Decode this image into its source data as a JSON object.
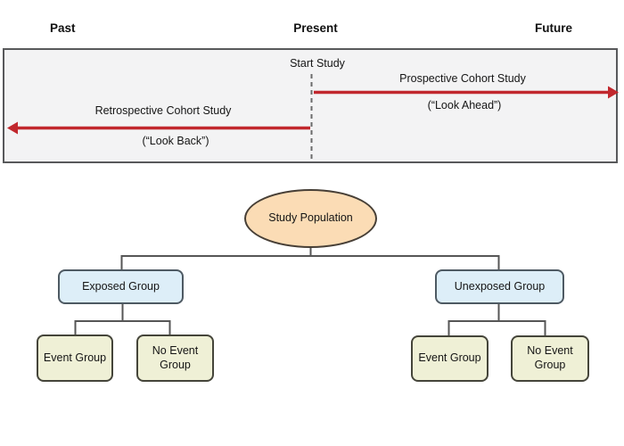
{
  "timeline": {
    "labels": {
      "past": "Past",
      "present": "Present",
      "future": "Future"
    },
    "start_study": "Start Study",
    "retrospective": {
      "title": "Retrospective Cohort Study",
      "subtitle": "(“Look Back”)"
    },
    "prospective": {
      "title": "Prospective Cohort Study",
      "subtitle": "(“Look Ahead”)"
    }
  },
  "tree": {
    "root_label": "Study Population",
    "branches": [
      {
        "label": "Exposed Group",
        "children": [
          {
            "label": "Event Group"
          },
          {
            "label": "No Event Group"
          }
        ]
      },
      {
        "label": "Unexposed Group",
        "children": [
          {
            "label": "Event Group"
          },
          {
            "label": "No Event Group"
          }
        ]
      }
    ]
  },
  "colors": {
    "arrow_red": "#c1272d",
    "timeline_fill": "#f3f3f4",
    "timeline_border": "#58595b",
    "connector_gray": "#565656",
    "ellipse_fill": "#fbdcb5",
    "exposed_fill": "#ddeef8",
    "event_fill": "#eff0d6"
  }
}
